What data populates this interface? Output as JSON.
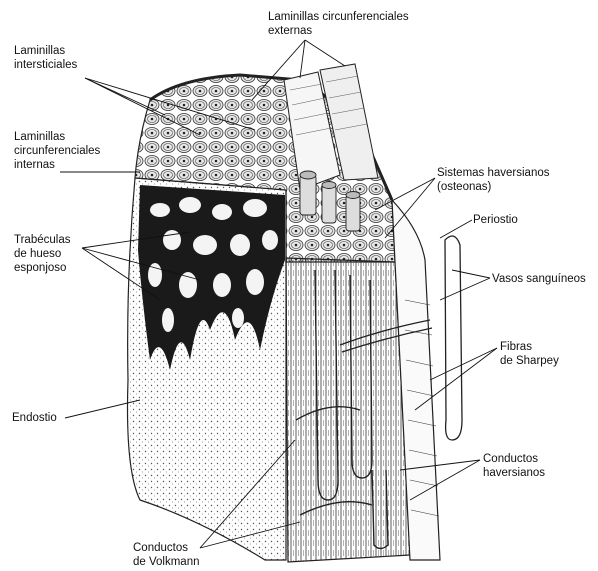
{
  "labels": {
    "lam_circ_ext": "Laminillas circunferenciales\nexternas",
    "lam_inter": "Laminillas\nintersticiales",
    "lam_circ_int": "Laminillas\ncircunferenciales\ninternas",
    "sist_havers": "Sistemas haversianos\n(osteonas)",
    "periostio": "Periostio",
    "trabeculas": "Trabéculas\nde hueso\nesponjoso",
    "vasos": "Vasos sanguíneos",
    "fibras": "Fibras\nde Sharpey",
    "endostio": "Endostio",
    "cond_havers": "Conductos\nhaversianos",
    "cond_volk": "Conductos\nde Volkmann"
  }
}
